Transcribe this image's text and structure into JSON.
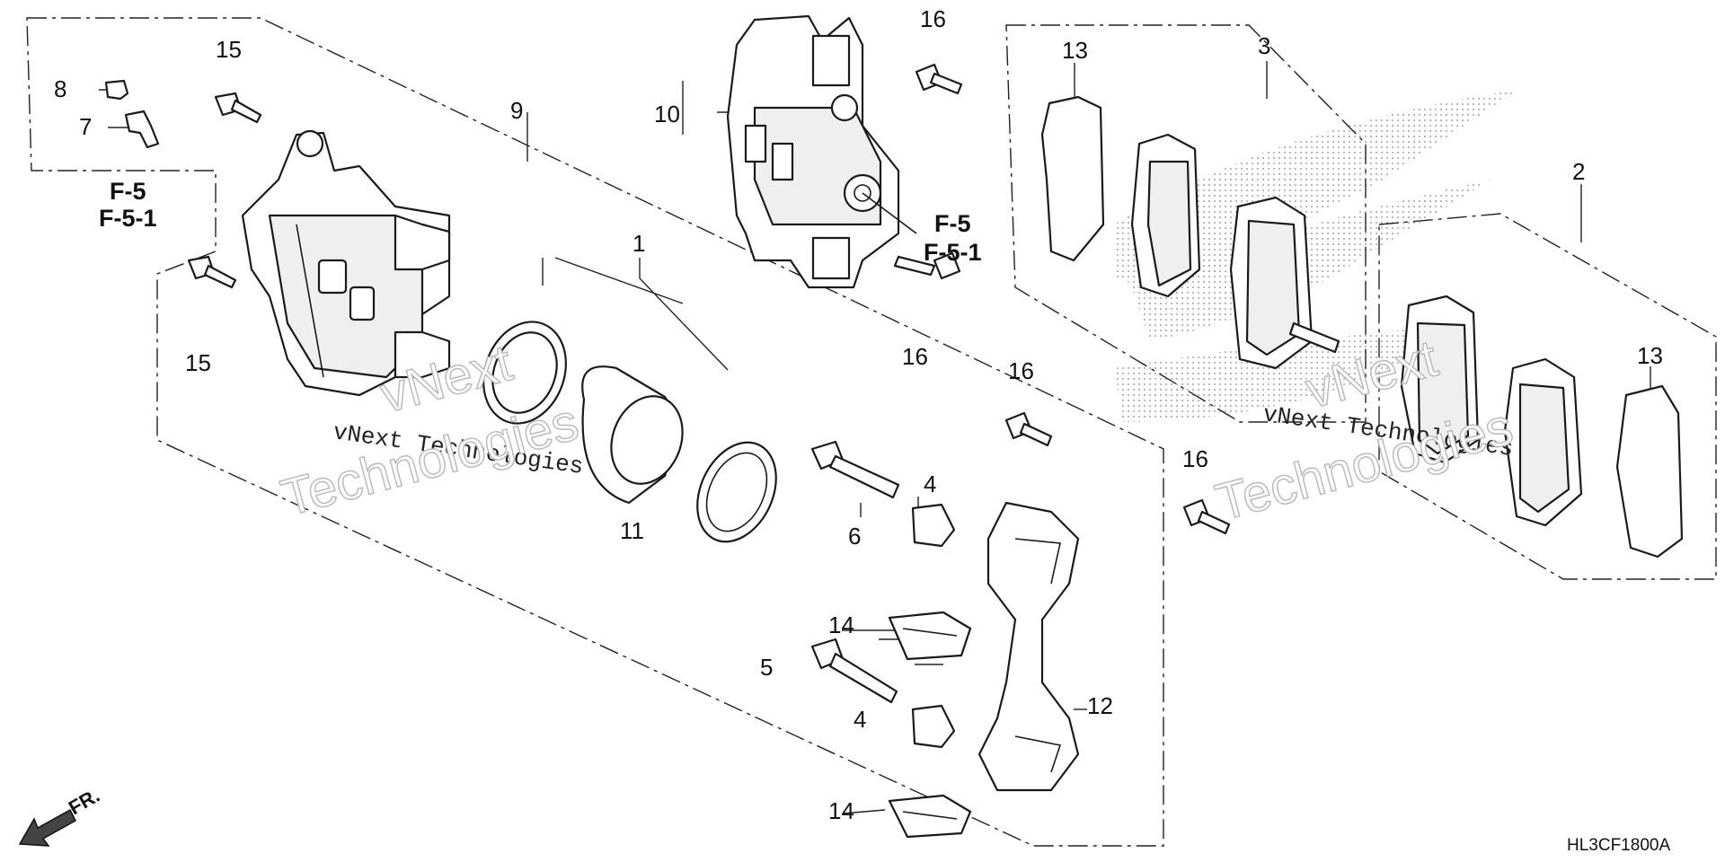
{
  "callouts": {
    "c1": "1",
    "c2": "2",
    "c3": "3",
    "c4a": "4",
    "c4b": "4",
    "c5": "5",
    "c6": "6",
    "c7": "7",
    "c8": "8",
    "c9": "9",
    "c10": "10",
    "c11": "11",
    "c12": "12",
    "c13a": "13",
    "c13b": "13",
    "c14a": "14",
    "c14b": "14",
    "c15a": "15",
    "c15b": "15",
    "c16a": "16",
    "c16b": "16",
    "c16c": "16",
    "c16d": "16"
  },
  "references": {
    "left_top": "F-5",
    "left_bottom": "F-5-1",
    "right_top": "F-5",
    "right_bottom": "F-5-1"
  },
  "direction_label": "FR.",
  "diagram_code": "HL3CF1800A",
  "watermark": {
    "text_1": "vNext Technologies",
    "text_2": "vNext Technologies",
    "big_1a": "vNext",
    "big_1b": "Technologies",
    "big_2a": "vNext",
    "big_2b": "Technologies"
  },
  "colors": {
    "line": "#1a1a1a",
    "background": "#ffffff",
    "watermark": "#bbbbbb"
  }
}
